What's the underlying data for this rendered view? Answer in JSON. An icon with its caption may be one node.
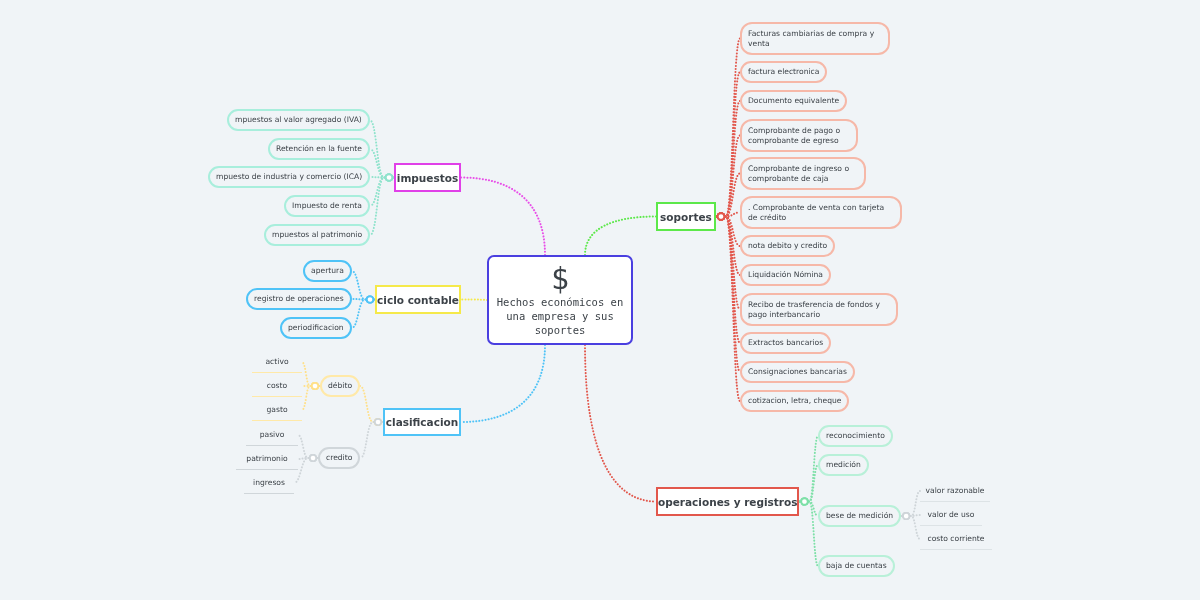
{
  "diagram": {
    "nodes": [
      {
        "text": [
          "$",
          "Hechos económicos en una empresa y sus soportes"
        ]
      },
      {
        "text": [
          "impuestos"
        ]
      },
      {
        "text": [
          "mpuestos al valor agregado (IVA)"
        ]
      },
      {
        "text": [
          "Retención en la fuente"
        ]
      },
      {
        "text": [
          "mpuesto de industria y comercio (ICA)"
        ]
      },
      {
        "text": [
          "Impuesto de renta"
        ]
      },
      {
        "text": [
          "mpuestos al patrimonio"
        ]
      },
      {
        "text": [
          "ciclo contable"
        ]
      },
      {
        "text": [
          "apertura"
        ]
      },
      {
        "text": [
          "registro de operaciones"
        ]
      },
      {
        "text": [
          "periodificacion"
        ]
      },
      {
        "text": [
          "clasificacion"
        ]
      },
      {
        "text": [
          "débito"
        ]
      },
      {
        "text": [
          "activo"
        ]
      },
      {
        "text": [
          "costo"
        ]
      },
      {
        "text": [
          "gasto"
        ]
      },
      {
        "text": [
          "credito"
        ]
      },
      {
        "text": [
          "pasivo"
        ]
      },
      {
        "text": [
          "patrimonio"
        ]
      },
      {
        "text": [
          "ingresos"
        ]
      },
      {
        "text": [
          "soportes"
        ]
      },
      {
        "text": [
          "Facturas cambiarias de compra y venta"
        ]
      },
      {
        "text": [
          "factura electronica"
        ]
      },
      {
        "text": [
          "Documento equivalente"
        ]
      },
      {
        "text": [
          "Comprobante de pago o comprobante de egreso"
        ]
      },
      {
        "text": [
          "Comprobante de ingreso o comprobante de caja"
        ]
      },
      {
        "text": [
          ". Comprobante de venta con tarjeta de crédito"
        ]
      },
      {
        "text": [
          "nota debito y credito"
        ]
      },
      {
        "text": [
          "Liquidación Nómina"
        ]
      },
      {
        "text": [
          "Recibo de trasferencia de fondos y pago interbancario"
        ]
      },
      {
        "text": [
          "Extractos bancarios"
        ]
      },
      {
        "text": [
          "Consignaciones bancarias"
        ]
      },
      {
        "text": [
          "cotizacion, letra, cheque"
        ]
      },
      {
        "text": [
          "operaciones y registros"
        ]
      },
      {
        "text": [
          "reconocimiento"
        ]
      },
      {
        "text": [
          "medición"
        ]
      },
      {
        "text": [
          "bese de medición"
        ]
      },
      {
        "text": [
          "valor razonable"
        ]
      },
      {
        "text": [
          "valor de uso"
        ]
      },
      {
        "text": [
          "costo corriente"
        ]
      },
      {
        "text": [
          "baja de cuentas"
        ]
      }
    ],
    "edges": [
      {
        "from": 0,
        "to": 1,
        "arrow": "none",
        "color": "#e84ee8"
      },
      {
        "from": 1,
        "to": 2,
        "arrow": "other",
        "color": "#8fe3cc"
      },
      {
        "from": 1,
        "to": 3,
        "arrow": "other",
        "color": "#8fe3cc"
      },
      {
        "from": 1,
        "to": 4,
        "arrow": "other",
        "color": "#8fe3cc"
      },
      {
        "from": 1,
        "to": 5,
        "arrow": "other",
        "color": "#8fe3cc"
      },
      {
        "from": 1,
        "to": 6,
        "arrow": "other",
        "color": "#8fe3cc"
      },
      {
        "from": 0,
        "to": 7,
        "arrow": "none",
        "color": "#f5e94a"
      },
      {
        "from": 7,
        "to": 8,
        "arrow": "other",
        "color": "#4fc3f7"
      },
      {
        "from": 7,
        "to": 9,
        "arrow": "other",
        "color": "#4fc3f7"
      },
      {
        "from": 7,
        "to": 10,
        "arrow": "other",
        "color": "#4fc3f7"
      },
      {
        "from": 0,
        "to": 11,
        "arrow": "none",
        "color": "#4fc3f7"
      },
      {
        "from": 11,
        "to": 12,
        "arrow": "other",
        "color": "#ffe08a"
      },
      {
        "from": 12,
        "to": 13,
        "arrow": "other",
        "color": "#ffe08a"
      },
      {
        "from": 12,
        "to": 14,
        "arrow": "other",
        "color": "#ffe08a"
      },
      {
        "from": 12,
        "to": 15,
        "arrow": "other",
        "color": "#ffe08a"
      },
      {
        "from": 11,
        "to": 16,
        "arrow": "other",
        "color": "#cfd5d9"
      },
      {
        "from": 16,
        "to": 17,
        "arrow": "other",
        "color": "#cfd5d9"
      },
      {
        "from": 16,
        "to": 18,
        "arrow": "other",
        "color": "#cfd5d9"
      },
      {
        "from": 16,
        "to": 19,
        "arrow": "other",
        "color": "#cfd5d9"
      },
      {
        "from": 0,
        "to": 20,
        "arrow": "none",
        "color": "#5ce84a"
      },
      {
        "from": 20,
        "to": 21,
        "arrow": "other"
      },
      {
        "from": 20,
        "to": 22,
        "arrow": "other"
      },
      {
        "from": 20,
        "to": 23,
        "arrow": "other"
      },
      {
        "from": 20,
        "to": 24,
        "arrow": "other"
      },
      {
        "from": 20,
        "to": 25,
        "arrow": "other"
      },
      {
        "from": 20,
        "to": 26,
        "arrow": "other"
      },
      {
        "from": 20,
        "to": 27,
        "arrow": "other"
      },
      {
        "from": 20,
        "to": 28,
        "arrow": "other"
      },
      {
        "from": 20,
        "to": 29,
        "arrow": "other"
      },
      {
        "from": 20,
        "to": 30,
        "arrow": "other"
      },
      {
        "from": 20,
        "to": 31,
        "arrow": "other"
      },
      {
        "from": 20,
        "to": 32,
        "arrow": "other"
      },
      {
        "from": 0,
        "to": 33,
        "arrow": "none"
      },
      {
        "from": 33,
        "to": 34,
        "arrow": "other",
        "color": "#7ee0a8"
      },
      {
        "from": 33,
        "to": 35,
        "arrow": "other",
        "color": "#7ee0a8"
      },
      {
        "from": 33,
        "to": 36,
        "arrow": "other",
        "color": "#7ee0a8"
      },
      {
        "from": 36,
        "to": 37,
        "arrow": "other",
        "color": "#cfd5d9"
      },
      {
        "from": 36,
        "to": 38,
        "arrow": "other",
        "color": "#cfd5d9"
      },
      {
        "from": 36,
        "to": 39,
        "arrow": "other",
        "color": "#cfd5d9"
      },
      {
        "from": 33,
        "to": 40,
        "arrow": "other",
        "color": "#7ee0a8"
      }
    ]
  }
}
